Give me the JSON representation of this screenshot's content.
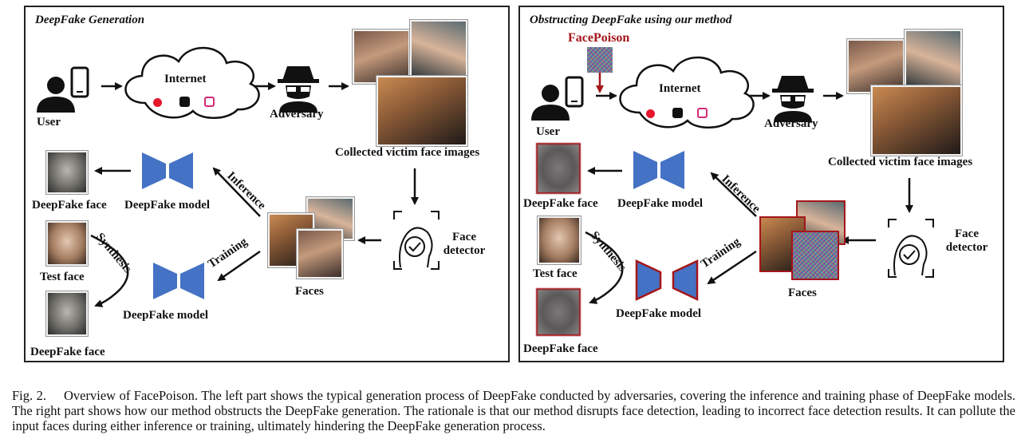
{
  "left": {
    "title": "DeepFake Generation",
    "user": "User",
    "internet": "Internet",
    "adversary": "Adversary",
    "collected": "Collected victim face images",
    "face_detector_line1": "Face",
    "face_detector_line2": "detector",
    "faces": "Faces",
    "inference": "Inference",
    "training": "Training",
    "synthesis": "Synthesis",
    "deepfake_face_top": "DeepFake face",
    "deepfake_model_top": "DeepFake model",
    "test_face": "Test face",
    "deepfake_model_bottom": "DeepFake model",
    "deepfake_face_bottom": "DeepFake face"
  },
  "right": {
    "title": "Obstructing DeepFake using our method",
    "facepoison": "FacePoison",
    "user": "User",
    "internet": "Internet",
    "adversary": "Adversary",
    "collected": "Collected victim face images",
    "face_detector_line1": "Face",
    "face_detector_line2": "detector",
    "faces": "Faces",
    "inference": "Inference",
    "training": "Training",
    "synthesis": "Synthesis",
    "deepfake_face_top": "DeepFake face",
    "deepfake_model_top": "DeepFake model",
    "test_face": "Test face",
    "deepfake_model_bottom": "DeepFake model",
    "deepfake_face_bottom": "DeepFake face"
  },
  "colors": {
    "model_blue": "#4472c4",
    "poison_red": "#a4161a",
    "weibo": "#e6162d",
    "tiktok": "#111111",
    "instagram": "#d62976"
  },
  "icons": {
    "social": [
      "weibo-icon",
      "tiktok-icon",
      "instagram-icon"
    ]
  },
  "caption": {
    "fig": "Fig. 2.",
    "text": "Overview of FacePoison. The left part shows the typical generation process of DeepFake conducted by adversaries, covering the inference and training phase of DeepFake models. The right part shows how our method obstructs the DeepFake generation. The rationale is that our method disrupts face detection, leading to incorrect face detection results. It can pollute the input faces during either inference or training, ultimately hindering the DeepFake generation process."
  }
}
